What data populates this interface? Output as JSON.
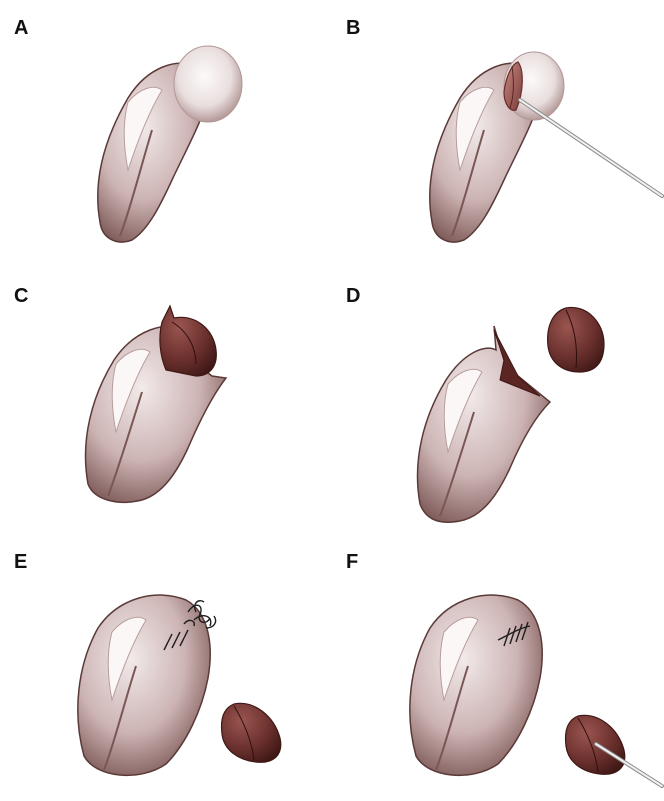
{
  "panels": [
    {
      "letter": "A",
      "stage": "intact-lesion"
    },
    {
      "letter": "B",
      "stage": "incision"
    },
    {
      "letter": "C",
      "stage": "wedge-dissection"
    },
    {
      "letter": "D",
      "stage": "wedge-removed"
    },
    {
      "letter": "E",
      "stage": "suturing"
    },
    {
      "letter": "F",
      "stage": "closed-specimen"
    }
  ],
  "colors": {
    "body_light": "#ece3e3",
    "body_mid": "#c6abab",
    "body_dark": "#6f4a48",
    "body_outline": "#5a3a38",
    "lesion_highlight": "#fbf7f7",
    "tissue_light": "#8a4a46",
    "tissue_dark": "#4a1f1d",
    "instrument": "#d9d9d9",
    "suture": "#1e1e1e"
  }
}
